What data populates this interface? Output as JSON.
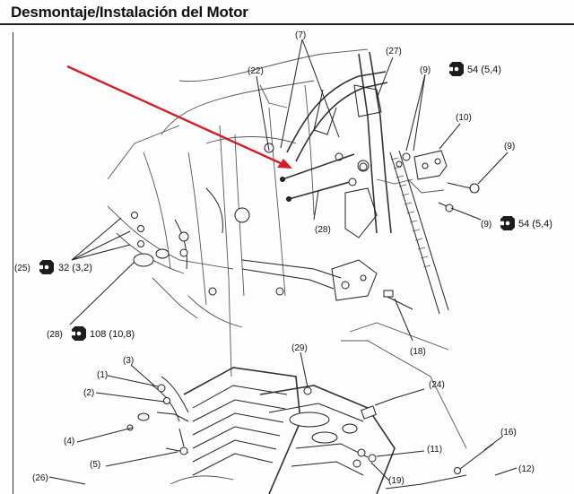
{
  "header": {
    "title": "Desmontaje/Instalación del Motor"
  },
  "callouts": {
    "c1": "(1)",
    "c2": "(2)",
    "c3": "(3)",
    "c4": "(4)",
    "c5": "(5)",
    "c7": "(7)",
    "c9a": "(9)",
    "c9b": "(9)",
    "c9c": "(9)",
    "c10": "(10)",
    "c11": "(11)",
    "c12": "(12)",
    "c16": "(16)",
    "c18": "(18)",
    "c19": "(19)",
    "c22": "(22)",
    "c24": "(24)",
    "c25": "(25)",
    "c26": "(26)",
    "c27": "(27)",
    "c28a": "(28)",
    "c28b": "(28)",
    "c29": "(29)"
  },
  "torques": {
    "t54_top": "54 (5,4)",
    "t54_right": "54 (5,4)",
    "t32": "32 (3,2)",
    "t108": "108 (10,8)"
  },
  "colors": {
    "pointer_arrow": "#d0202a",
    "line_art": "#222222"
  },
  "icons": {
    "torque_wrench": "torque-wrench-icon"
  }
}
